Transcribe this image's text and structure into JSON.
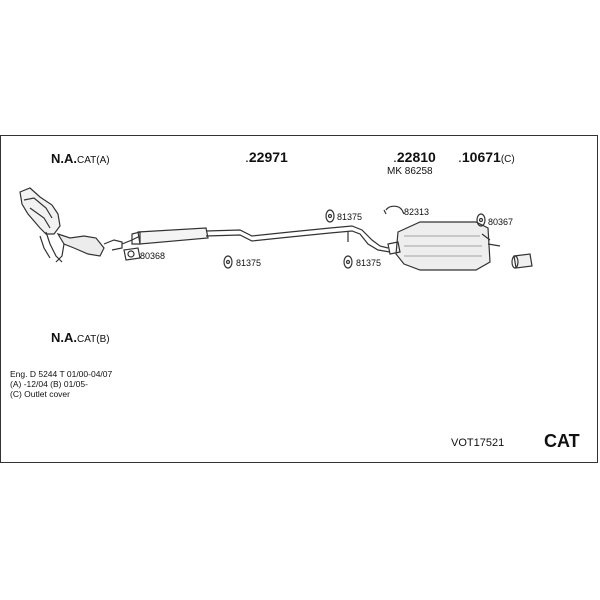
{
  "labels": {
    "na_top": "N.A.",
    "cat_a": "CAT(A)",
    "na_bottom": "N.A.",
    "cat_b": "CAT(B)"
  },
  "parts": {
    "p22971": "22971",
    "p22810": "22810",
    "mk": "MK 86258",
    "p10671": "10671",
    "p10671_suffix": "(C)",
    "p81375_a": "81375",
    "p81375_b": "81375",
    "p81375_c": "81375",
    "p82313": "82313",
    "p80367": "80367",
    "p80368": "80368"
  },
  "notes": {
    "line1": "Eng.  D 5244 T   01/00-04/07",
    "line2": "(A) -12/04 (B) 01/05-",
    "line3": "(C) Outlet cover"
  },
  "footer": {
    "code": "VOT17521",
    "cat": "CAT"
  }
}
